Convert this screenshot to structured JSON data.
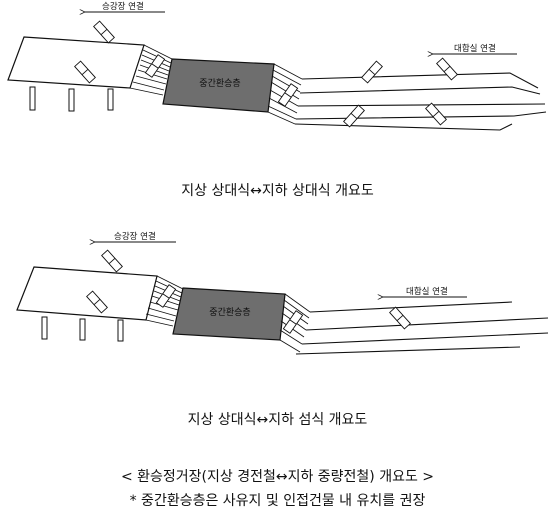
{
  "diagram1": {
    "platform_link_label": "승강장 연결",
    "hub_label": "중간환승층",
    "waiting_room_link_label": "대합실 연결",
    "caption": "지상 상대식↔지하 상대식 개요도"
  },
  "diagram2": {
    "platform_link_label": "승강장 연결",
    "hub_label": "중간환승층",
    "waiting_room_link_label": "대합실 연결",
    "caption": "지상 상대식↔지하 섬식 개요도"
  },
  "footer": {
    "title": "< 환승정거장(지상 경전철↔지하 중량전철) 개요도 >",
    "note": "* 중간환승층은 사유지 및 인접건물 내 유치를 권장"
  }
}
